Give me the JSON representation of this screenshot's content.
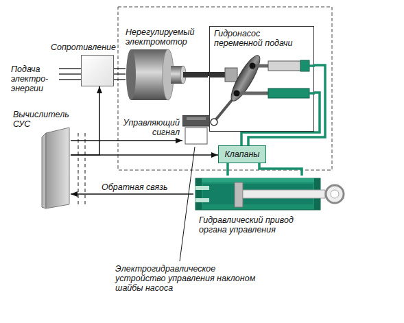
{
  "diagram": {
    "nodes": [
      {
        "text": [
          "Сопротивление"
        ]
      },
      {
        "text": [
          "Нерегулируемый электромотор"
        ]
      },
      {
        "text": [
          "Гидронасос переменной подачи"
        ]
      },
      {
        "text": [
          "Вычислитель СУС"
        ]
      },
      {
        "text": [
          "Клапаны"
        ]
      },
      {
        "text": [
          "Гидравлический привод органа управления"
        ]
      },
      {
        "text": [
          "Электрогидравлическое устройство управления наклоном шайбы насоса"
        ]
      }
    ],
    "edges": [
      {
        "from": 3,
        "to": 0,
        "arrow": "to"
      },
      {
        "from": 3,
        "to": 6,
        "arrow": "to",
        "label": "Управляющий сигнал"
      },
      {
        "from": 3,
        "to": 4,
        "arrow": "to"
      },
      {
        "from": 5,
        "to": 3,
        "arrow": "to",
        "label": "Обратная связь"
      },
      {
        "from": 0,
        "to": 1,
        "arrow": "none"
      },
      {
        "from": 1,
        "to": 2,
        "arrow": "none"
      },
      {
        "from": 2,
        "to": 4,
        "arrow": "none"
      },
      {
        "from": 4,
        "to": 5,
        "arrow": "none"
      }
    ],
    "labels": [
      "Подача электро-энергии"
    ]
  }
}
